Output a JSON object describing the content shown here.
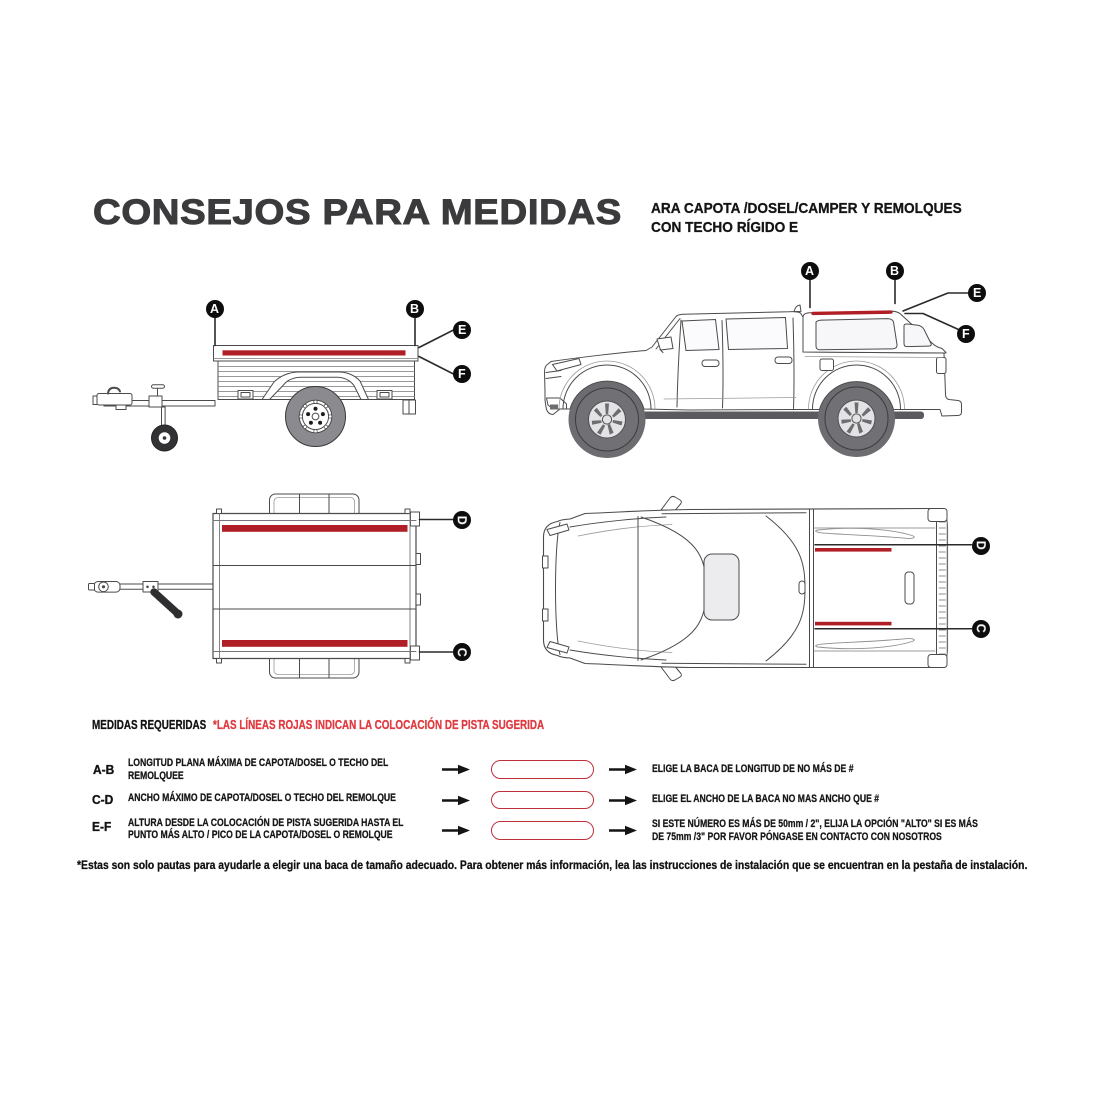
{
  "header": {
    "title": "CONSEJOS PARA MEDIDAS",
    "subtitle_line1": "ARA CAPOTA /DOSEL/CAMPER Y REMOLQUES",
    "subtitle_line2": "CON TECHO RÍGIDO E"
  },
  "markers": {
    "a": "A",
    "b": "B",
    "c": "C",
    "d": "D",
    "e": "E",
    "f": "F"
  },
  "measures": {
    "heading": "MEDIDAS REQUERIDAS",
    "note": "*LAS LÍNEAS ROJAS INDICAN LA COLOCACIÓN DE PISTA SUGERIDA",
    "rows": [
      {
        "range": "A-B",
        "desc_lines": [
          "LONGITUD PLANA MÁXIMA DE CAPOTA/DOSEL O TECHO DEL",
          "REMOLQUEE"
        ],
        "instruction_lines": [
          "ELIGE LA BACA DE LONGITUD DE NO MÁS DE #"
        ]
      },
      {
        "range": "C-D",
        "desc_lines": [
          "ANCHO MÁXIMO DE CAPOTA/DOSEL O TECHO DEL REMOLQUE"
        ],
        "instruction_lines": [
          "ELIGE EL ANCHO DE LA BACA NO MAS ANCHO QUE #"
        ]
      },
      {
        "range": "E-F",
        "desc_lines": [
          "ALTURA DESDE LA COLOCACIÓN DE PISTA SUGERIDA HASTA EL",
          "PUNTO MÁS ALTO / PICO DE LA CAPOTA/DOSEL O REMOLQUE"
        ],
        "instruction_lines": [
          "SI ESTE NÚMERO ES MÁS DE 50mm / 2\", ELIJA LA OPCIÓN \"ALTO\" SI ES MÁS",
          "DE 75mm /3\" POR FAVOR PÓNGASE EN CONTACTO CON NOSOTROS"
        ]
      }
    ]
  },
  "footnote": "*Estas son solo pautas para ayudarle a elegir una baca de tamaño adecuado. Para obtener más información, lea las instrucciones de instalación que se encuentran en la pestaña de instalación.",
  "colors": {
    "track_red": "#b01f26",
    "note_red": "#e03a40",
    "pill_red": "#bf3038",
    "title_gray": "#3b3b3d",
    "line_gray": "#4b4b4d",
    "tire_gray": "#8a8a8f",
    "marker_black": "#0d0d0d"
  }
}
